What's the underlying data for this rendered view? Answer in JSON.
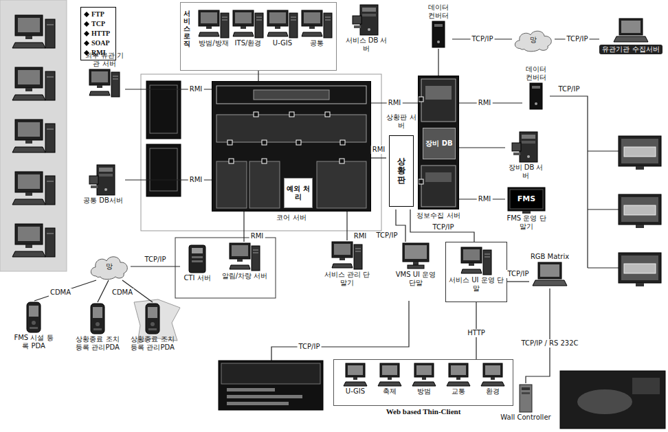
{
  "diagram": {
    "nodes": [
      {
        "text": [
          "FTP",
          "TCP",
          "HTTP",
          "SOAP",
          "RMI"
        ]
      },
      {
        "text": [
          "서비스 로직"
        ]
      },
      {
        "text": [
          "방범/방재"
        ],
        "in": 1
      },
      {
        "text": [
          "ITS/환경"
        ],
        "in": 1
      },
      {
        "text": [
          "U-GIS"
        ],
        "in": 1
      },
      {
        "text": [
          "공통"
        ],
        "in": 1
      },
      {
        "text": [
          "서비스 DB 서버"
        ]
      },
      {
        "text": [
          "데이터 컨버터"
        ]
      },
      {
        "text": [
          "망"
        ]
      },
      {
        "text": [
          "유관기관 수집서버"
        ]
      },
      {
        "text": [
          "외부 유관 기관 서버"
        ]
      },
      {
        "text": [
          "코어 서버"
        ]
      },
      {
        "text": [
          "예외 처리"
        ],
        "in": 11
      },
      {
        "text": [
          "정보수집 서버"
        ]
      },
      {
        "text": [
          "장비 DB"
        ],
        "in": 13
      },
      {
        "text": [
          "데이터 컨버터"
        ]
      },
      {
        "text": [
          "상황판 서버"
        ]
      },
      {
        "text": [
          "상황판"
        ],
        "in": 16
      },
      {
        "text": [
          "장비 DB 서버"
        ]
      },
      {
        "text": [
          "FMS",
          "FMS 운영 단말기"
        ]
      },
      {
        "text": [
          "공통 DB서버"
        ]
      },
      {
        "text": [
          "CTI 서버"
        ]
      },
      {
        "text": [
          "알림/차량 서버"
        ]
      },
      {
        "text": [
          "서비스 관리 단말기"
        ]
      },
      {
        "text": [
          "VMS UI 운영 단말"
        ]
      },
      {
        "text": [
          "서비스 UI 운영 단말"
        ]
      },
      {
        "text": [
          "RGB Matrix"
        ]
      },
      {
        "text": [
          "망"
        ]
      },
      {
        "text": [
          "FMS 시설 등록 PDA"
        ]
      },
      {
        "text": [
          "상황종료 조치등록 관리PDA"
        ]
      },
      {
        "text": [
          "상황종료 조치등록 관리PDA"
        ]
      },
      {
        "text": [
          "Web based Thin-Client"
        ]
      },
      {
        "text": [
          "U-GIS"
        ],
        "in": 31
      },
      {
        "text": [
          "축제"
        ],
        "in": 31
      },
      {
        "text": [
          "방범"
        ],
        "in": 31
      },
      {
        "text": [
          "교통"
        ],
        "in": 31
      },
      {
        "text": [
          "환경"
        ],
        "in": 31
      },
      {
        "text": [
          "Wall Controller"
        ]
      }
    ],
    "edges": [
      {
        "from": 1,
        "to": 11,
        "arrow": "none"
      },
      {
        "from": 7,
        "to": 8,
        "label": "TCP/IP",
        "arrow": "none"
      },
      {
        "from": 8,
        "to": 9,
        "label": "TCP/IP",
        "arrow": "none"
      },
      {
        "from": 7,
        "to": 13,
        "arrow": "none"
      },
      {
        "from": 10,
        "to": 11,
        "label": "RMI",
        "arrow": "none"
      },
      {
        "from": 20,
        "to": 11,
        "label": "RMI",
        "arrow": "none"
      },
      {
        "from": 11,
        "to": 13,
        "label": "RMI",
        "arrow": "none"
      },
      {
        "from": 13,
        "to": 15,
        "label": "RMI",
        "arrow": "none"
      },
      {
        "from": 11,
        "to": 16,
        "label": "RMI",
        "arrow": "none"
      },
      {
        "from": 13,
        "to": 18,
        "arrow": "none"
      },
      {
        "from": 13,
        "to": 19,
        "label": "RMI",
        "arrow": "none"
      },
      {
        "from": 11,
        "to": 22,
        "label": "RMI",
        "arrow": "none"
      },
      {
        "from": 11,
        "to": 23,
        "label": "RMI",
        "arrow": "none"
      },
      {
        "from": 16,
        "to": 24,
        "label": "TCP/IP",
        "arrow": "none"
      },
      {
        "from": 16,
        "to": 25,
        "label": "TCP/IP",
        "arrow": "none"
      },
      {
        "from": 25,
        "to": 26,
        "label": "TCP/IP",
        "arrow": "none"
      },
      {
        "from": 26,
        "to": 37,
        "label": "TCP/IP / RS 232C",
        "arrow": "none"
      },
      {
        "from": 25,
        "to": 31,
        "label": "HTTP",
        "arrow": "none"
      },
      {
        "from": 27,
        "to": 21,
        "label": "TCP/IP",
        "arrow": "none"
      },
      {
        "from": 27,
        "to": 28,
        "label": "CDMA",
        "arrow": "none"
      },
      {
        "from": 27,
        "to": 29,
        "label": "CDMA",
        "arrow": "none"
      },
      {
        "from": 27,
        "to": 30,
        "arrow": "none"
      }
    ],
    "labels": [
      "TCP/IP",
      "TCP/IP"
    ]
  }
}
